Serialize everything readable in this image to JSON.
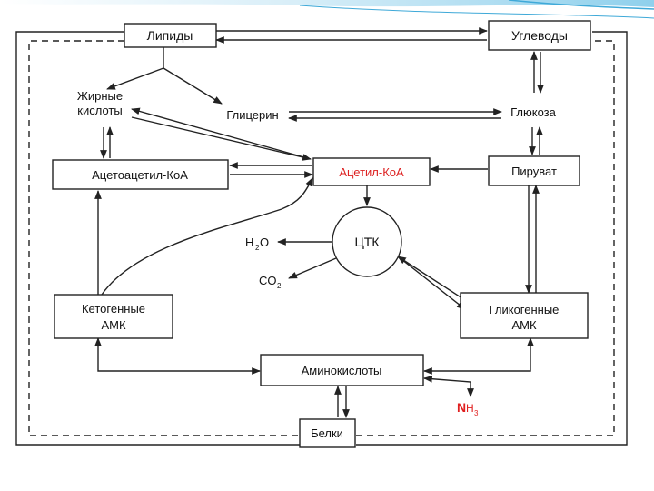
{
  "nodes": {
    "lipids": "Липиды",
    "carbs": "Углеводы",
    "fatty_acids_1": "Жирные",
    "fatty_acids_2": "кислоты",
    "glycerol": "Глицерин",
    "glucose": "Глюкоза",
    "acetoacetyl": "Ацетоацетил-КоА",
    "acetyl": "Ацетил-КоА",
    "pyruvate": "Пируват",
    "tca": "ЦТК",
    "water": "H",
    "water_sub": "2",
    "water_o": "O",
    "co": "CO",
    "co_sub": "2",
    "keto_1": "Кетогенные",
    "keto_2": "АМК",
    "gluco_1": "Гликогенные",
    "gluco_2": "АМК",
    "amino": "Аминокислоты",
    "ammonia_n": "N",
    "ammonia_h": "H",
    "ammonia_sub": "3",
    "proteins": "Белки"
  },
  "colors": {
    "accent_red": "#d22222",
    "slide_blue": "#3fa9d8",
    "line": "#222222"
  }
}
